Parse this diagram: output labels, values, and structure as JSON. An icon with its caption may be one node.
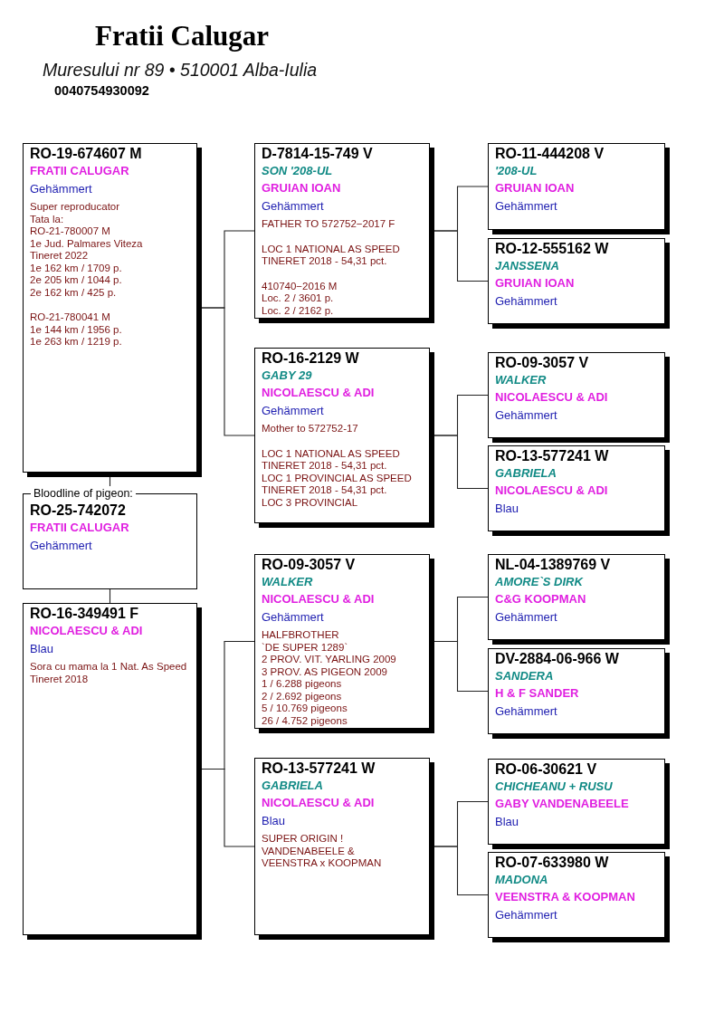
{
  "diagram": {
    "title": "Fratii Calugar",
    "nodes": [
      {
        "text": [
          "RO-19-674607 M",
          "FRATII CALUGAR",
          "Gehämmert",
          "Super reproducator",
          "Tata la:",
          "RO-21-780007 M",
          "1e Jud. Palmares Viteza",
          "Tineret 2022",
          "1e 162 km / 1709 p.",
          "2e 205 km / 1044 p.",
          "2e 162 km / 425 p.",
          "RO-21-780041 M",
          "1e 144 km / 1956 p.",
          "1e 263 km / 1219 p."
        ]
      },
      {
        "text": [
          "Bloodline of pigeon:",
          "RO-25-742072",
          "FRATII CALUGAR",
          "Gehämmert"
        ]
      },
      {
        "text": [
          "RO-16-349491 F",
          "NICOLAESCU & ADI",
          "Blau",
          "Sora cu mama la 1 Nat. As Speed Tineret 2018"
        ]
      },
      {
        "text": [
          "D-7814-15-749 V",
          "SON '208-UL",
          "GRUIAN IOAN",
          "Gehämmert",
          "FATHER TO 572752−2017 F",
          "LOC 1 NATIONAL AS SPEED",
          "TINERET 2018 - 54,31 pct.",
          "410740−2016 M",
          "Loc. 2 / 3601 p.",
          "Loc. 2 / 2162 p."
        ]
      },
      {
        "text": [
          "RO-16-2129 W",
          "GABY 29",
          "NICOLAESCU & ADI",
          "Gehämmert",
          "Mother to 572752-17",
          "LOC 1 NATIONAL AS SPEED",
          "TINERET 2018 - 54,31 pct.",
          "LOC 1 PROVINCIAL AS SPEED",
          "TINERET 2018 - 54,31 pct.",
          "LOC 3 PROVINCIAL"
        ]
      },
      {
        "text": [
          "RO-09-3057 V",
          "WALKER",
          "NICOLAESCU & ADI",
          "Gehämmert",
          "HALFBROTHER",
          "`DE SUPER 1289`",
          "2 PROV. VIT. YARLING 2009",
          "3 PROV. AS PIGEON 2009",
          "1 / 6.288 pigeons",
          "2 / 2.692 pigeons",
          "5 / 10.769 pigeons",
          "26 / 4.752 pigeons"
        ]
      },
      {
        "text": [
          "RO-13-577241 W",
          "GABRIELA",
          "NICOLAESCU & ADI",
          "Blau",
          "SUPER ORIGIN !",
          "VANDENABEELE &",
          "VEENSTRA x KOOPMAN"
        ]
      },
      {
        "text": [
          "RO-11-444208 V",
          "'208-UL",
          "GRUIAN IOAN",
          "Gehämmert"
        ]
      },
      {
        "text": [
          "RO-12-555162 W",
          "JANSSENA",
          "GRUIAN IOAN",
          "Gehämmert"
        ]
      },
      {
        "text": [
          "RO-09-3057 V",
          "WALKER",
          "NICOLAESCU & ADI",
          "Gehämmert"
        ]
      },
      {
        "text": [
          "RO-13-577241 W",
          "GABRIELA",
          "NICOLAESCU & ADI",
          "Blau"
        ]
      },
      {
        "text": [
          "NL-04-1389769 V",
          "AMORE`S DIRK",
          "C&G KOOPMAN",
          "Gehämmert"
        ]
      },
      {
        "text": [
          "DV-2884-06-966 W",
          "SANDERA",
          "H & F SANDER",
          "Gehämmert"
        ]
      },
      {
        "text": [
          "RO-06-30621 V",
          "CHICHEANU + RUSU",
          "GABY VANDENABEELE",
          "Blau"
        ]
      },
      {
        "text": [
          "RO-07-633980 W",
          "MADONA",
          "VEENSTRA & KOOPMAN",
          "Gehämmert"
        ]
      }
    ],
    "edges": [
      {
        "from": 1,
        "to": 0,
        "arrow": "none"
      },
      {
        "from": 1,
        "to": 2,
        "arrow": "none"
      },
      {
        "from": 0,
        "to": 3,
        "arrow": "none"
      },
      {
        "from": 0,
        "to": 4,
        "arrow": "none"
      },
      {
        "from": 2,
        "to": 5,
        "arrow": "none"
      },
      {
        "from": 2,
        "to": 6,
        "arrow": "none"
      },
      {
        "from": 3,
        "to": 7,
        "arrow": "none"
      },
      {
        "from": 3,
        "to": 8,
        "arrow": "none"
      },
      {
        "from": 4,
        "to": 9,
        "arrow": "none"
      },
      {
        "from": 4,
        "to": 10,
        "arrow": "none"
      },
      {
        "from": 5,
        "to": 11,
        "arrow": "none"
      },
      {
        "from": 5,
        "to": 12,
        "arrow": "none"
      },
      {
        "from": 6,
        "to": 13,
        "arrow": "none"
      },
      {
        "from": 6,
        "to": 14,
        "arrow": "none"
      }
    ],
    "labels": [
      "Muresului nr 89 • 510001 Alba-Iulia",
      "0040754930092"
    ]
  }
}
